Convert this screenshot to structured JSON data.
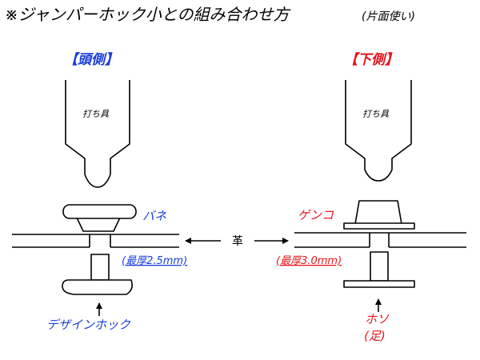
{
  "title": {
    "main": "※ジャンパーホック小との組み合わせ方",
    "sub": "(片面使い)"
  },
  "left_side": {
    "heading": "【頭側】",
    "heading_color": "#1a3fd8",
    "tool_label": "打ち具",
    "top_part_label": "バネ",
    "bottom_part_label": "デザインホック",
    "thickness_label": "(最厚2.5mm)",
    "label_color": "#1a3fd8"
  },
  "right_side": {
    "heading": "【下側】",
    "heading_color": "#e8141c",
    "tool_label": "打ち具",
    "top_part_label": "ゲンコ",
    "bottom_part_label_line1": "ホソ",
    "bottom_part_label_line2": "(足)",
    "thickness_label": "(最厚3.0mm)",
    "label_color": "#e8141c"
  },
  "center": {
    "leather_label": "革"
  }
}
